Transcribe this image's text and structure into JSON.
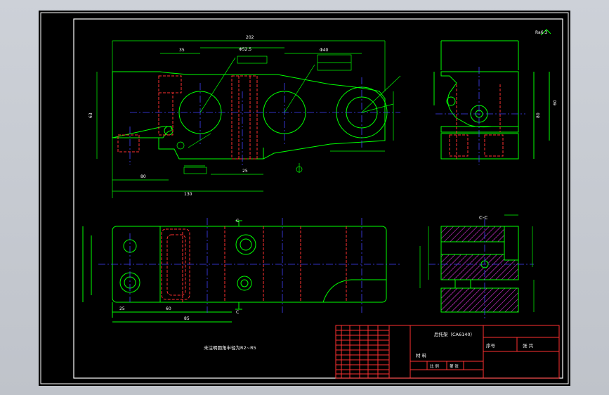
{
  "drawing": {
    "title_block": {
      "part_name": "后托架（CA6140）",
      "seq_label": "序号",
      "quantity_label": "张 共",
      "material_label": "材 料",
      "scale_label": "比 例",
      "sheet_label": "第 张"
    },
    "note": "未注明圆角半径为R2~R5",
    "section_label": "C-C",
    "cut_marks": [
      "C",
      "C"
    ],
    "roughness": "Ra6.3",
    "dimensions": {
      "top_overall": "202",
      "top_left": "35",
      "top_center": "Φ52.5",
      "top_right": "Φ40",
      "left_height": "63",
      "bottom_a": "80",
      "bottom_b": "130",
      "bottom_c": "25",
      "right_a": "80",
      "right_b": "60",
      "front_a": "25",
      "front_b": "60",
      "front_c": "85"
    },
    "colors": {
      "outline": "#00ff00",
      "hidden": "#ff3030",
      "center": "#3a3aff",
      "dim": "#00ffff",
      "text": "#ffffff",
      "hatch": "#ff3cff"
    }
  }
}
